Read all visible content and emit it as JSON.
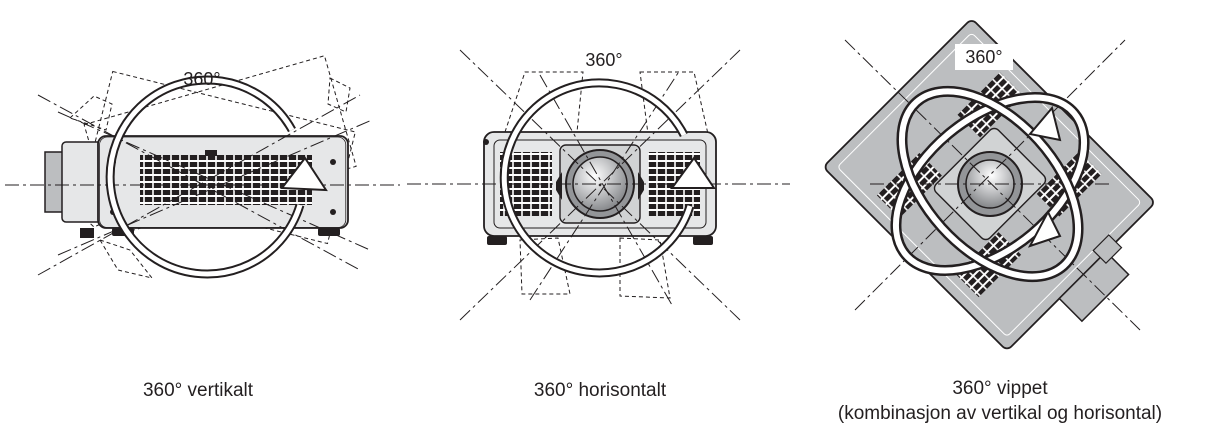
{
  "figure": {
    "panels": [
      {
        "rotation_label": "360°",
        "caption_line1": "360° vertikalt",
        "caption_line2": ""
      },
      {
        "rotation_label": "360°",
        "caption_line1": "360° horisontalt",
        "caption_line2": ""
      },
      {
        "rotation_label": "360°",
        "caption_line1": "360° vippet",
        "caption_line2": "(kombinasjon av vertikal og horisontal)"
      }
    ],
    "colors": {
      "ink": "#231f20",
      "body_fill": "#bcbec0",
      "vent_fill": "#231f20",
      "lens_fill": "#939598",
      "background": "#ffffff"
    }
  }
}
